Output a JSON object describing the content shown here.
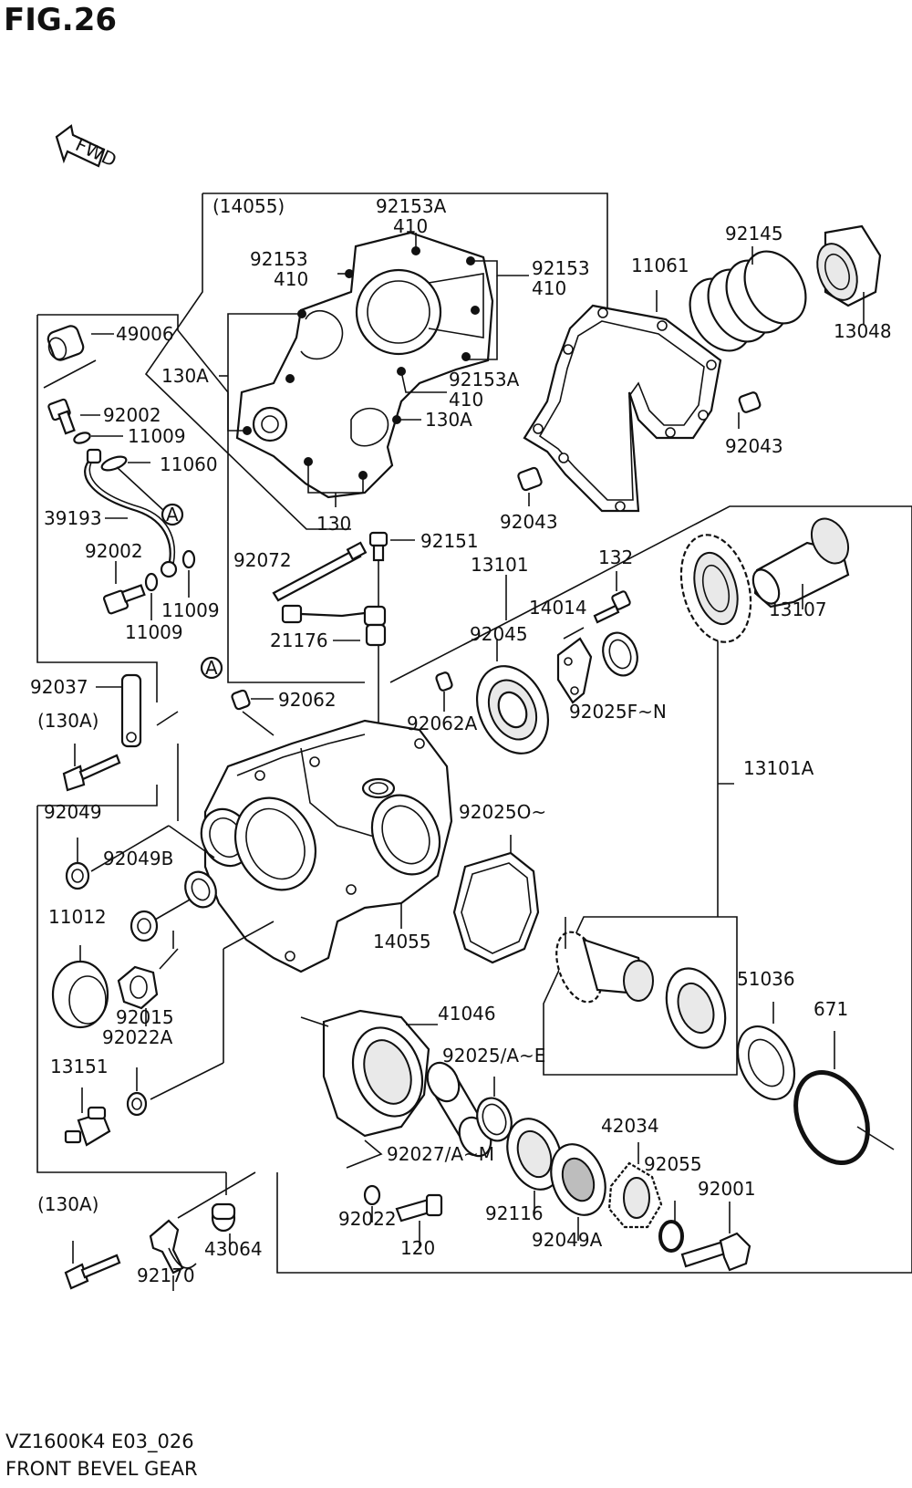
{
  "figure": {
    "title": "FIG.26",
    "model_code": "VZ1600K4 E03_026",
    "name": "FRONT BEVEL GEAR",
    "fwd_arrow": "FWD"
  },
  "callout_letter": "A",
  "labels": [
    {
      "id": "p14055g",
      "text": "(14055)"
    },
    {
      "id": "p92153A_t",
      "text": "92153A"
    },
    {
      "id": "p410_t",
      "text": "410"
    },
    {
      "id": "p92153_l",
      "text": "92153"
    },
    {
      "id": "p410_l",
      "text": "410"
    },
    {
      "id": "p92153_r",
      "text": "92153"
    },
    {
      "id": "p410_r",
      "text": "410"
    },
    {
      "id": "p130A_l",
      "text": "130A"
    },
    {
      "id": "p92153A_b",
      "text": "92153A"
    },
    {
      "id": "p410_b",
      "text": "410"
    },
    {
      "id": "p130A_r",
      "text": "130A"
    },
    {
      "id": "p130",
      "text": "130"
    },
    {
      "id": "p92145",
      "text": "92145"
    },
    {
      "id": "p11061",
      "text": "11061"
    },
    {
      "id": "p13048",
      "text": "13048"
    },
    {
      "id": "p92043_r",
      "text": "92043"
    },
    {
      "id": "p92043_l",
      "text": "92043"
    },
    {
      "id": "p49006",
      "text": "49006"
    },
    {
      "id": "p92002_t",
      "text": "92002"
    },
    {
      "id": "p11009_t",
      "text": "11009"
    },
    {
      "id": "p11060",
      "text": "11060"
    },
    {
      "id": "p39193",
      "text": "39193"
    },
    {
      "id": "p92002_b",
      "text": "92002"
    },
    {
      "id": "p11009_r",
      "text": "11009"
    },
    {
      "id": "p11009_b",
      "text": "11009"
    },
    {
      "id": "p92072",
      "text": "92072"
    },
    {
      "id": "p92151",
      "text": "92151"
    },
    {
      "id": "p21176",
      "text": "21176"
    },
    {
      "id": "p13101",
      "text": "13101"
    },
    {
      "id": "p132",
      "text": "132"
    },
    {
      "id": "p14014",
      "text": "14014"
    },
    {
      "id": "p92045",
      "text": "92045"
    },
    {
      "id": "p13107",
      "text": "13107"
    },
    {
      "id": "p92025FN",
      "text": "92025F~N"
    },
    {
      "id": "p92037",
      "text": "92037"
    },
    {
      "id": "p130A_c1",
      "text": "(130A)"
    },
    {
      "id": "p92062",
      "text": "92062"
    },
    {
      "id": "p92062A",
      "text": "92062A"
    },
    {
      "id": "p13101A",
      "text": "13101A"
    },
    {
      "id": "p92049",
      "text": "92049"
    },
    {
      "id": "p92049B",
      "text": "92049B"
    },
    {
      "id": "p92025O",
      "text": "92025O~"
    },
    {
      "id": "p11012",
      "text": "11012"
    },
    {
      "id": "p14055",
      "text": "14055"
    },
    {
      "id": "p92015",
      "text": "92015"
    },
    {
      "id": "p92022A",
      "text": "92022A"
    },
    {
      "id": "p51036",
      "text": "51036"
    },
    {
      "id": "p671",
      "text": "671"
    },
    {
      "id": "p41046",
      "text": "41046"
    },
    {
      "id": "p13151",
      "text": "13151"
    },
    {
      "id": "p92025AE",
      "text": "92025/A~E"
    },
    {
      "id": "p42034",
      "text": "42034"
    },
    {
      "id": "p92027AM",
      "text": "92027/A~M"
    },
    {
      "id": "p92055",
      "text": "92055"
    },
    {
      "id": "p92001",
      "text": "92001"
    },
    {
      "id": "p92116",
      "text": "92116"
    },
    {
      "id": "p92049A",
      "text": "92049A"
    },
    {
      "id": "p130A_c2",
      "text": "(130A)"
    },
    {
      "id": "p92022",
      "text": "92022"
    },
    {
      "id": "p120",
      "text": "120"
    },
    {
      "id": "p43064",
      "text": "43064"
    },
    {
      "id": "p92170",
      "text": "92170"
    }
  ]
}
